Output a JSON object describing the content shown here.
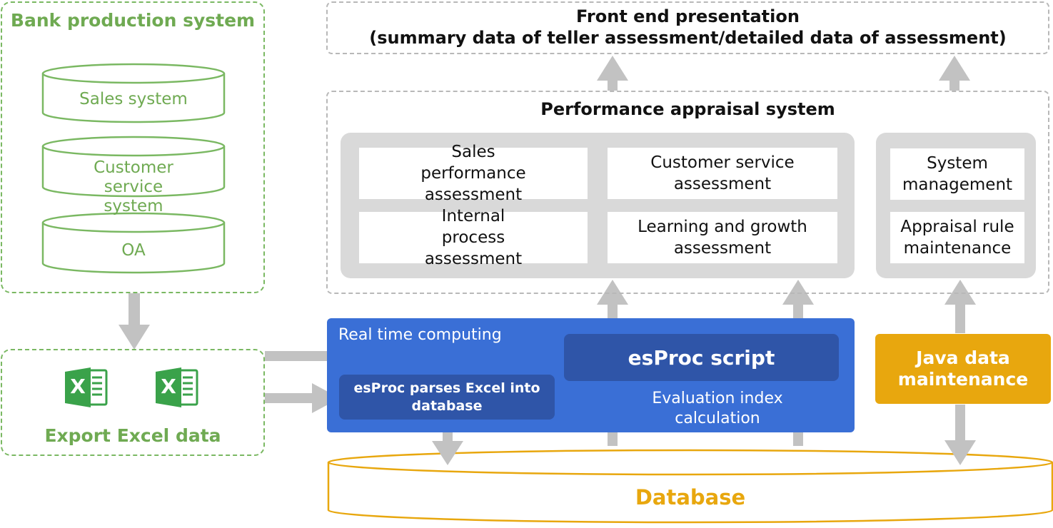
{
  "bank_system": {
    "title": "Bank production system",
    "databases": [
      "Sales system",
      "Customer service system",
      "OA"
    ]
  },
  "excel": {
    "title": "Export Excel data",
    "icon_letter": "X"
  },
  "front_end": {
    "line1": "Front end presentation",
    "line2": "(summary data of teller assessment/detailed data of assessment)"
  },
  "appraisal": {
    "title": "Performance appraisal system",
    "assessments": [
      "Sales performance assessment",
      "Customer service assessment",
      "Internal process assessment",
      "Learning and growth assessment"
    ],
    "management": [
      "System management",
      "Appraisal rule maintenance"
    ]
  },
  "computing": {
    "label": "Real time computing",
    "script": "esProc script",
    "parser": "esProc parses Excel into database",
    "evaluation": "Evaluation index calculation"
  },
  "java": {
    "label": "Java data maintenance"
  },
  "database": {
    "label": "Database"
  },
  "colors": {
    "green": "#7ab862",
    "grey_arrow": "#c2c2c2",
    "blue": "#3a6fd6",
    "dark_blue": "#2f55a8",
    "gold": "#e8a70e",
    "excel_green": "#3aa24a"
  }
}
